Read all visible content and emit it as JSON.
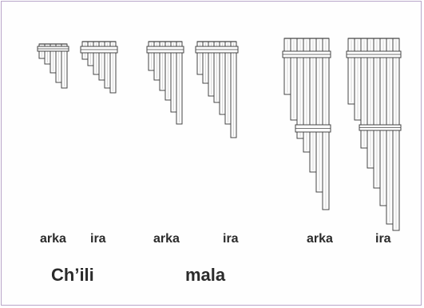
{
  "labels": {
    "chili_arka": "arka",
    "chili_ira": "ira",
    "mala_arka": "arka",
    "mala_ira": "ira",
    "third_arka": "arka",
    "third_ira": "ira",
    "group_chili": "Ch’ili",
    "group_mala": "mala"
  },
  "instruments": [
    {
      "group": "Ch’ili",
      "half": "arka",
      "tubes": 5
    },
    {
      "group": "Ch’ili",
      "half": "ira",
      "tubes": 6
    },
    {
      "group": "mala",
      "half": "arka",
      "tubes": 6
    },
    {
      "group": "mala",
      "half": "ira",
      "tubes": 7
    },
    {
      "half": "arka",
      "tubes": 7
    },
    {
      "half": "ira",
      "tubes": 8
    }
  ],
  "colors": {
    "frame": "#b9a6c9",
    "ink": "#444444",
    "text": "#2b2b2b"
  }
}
